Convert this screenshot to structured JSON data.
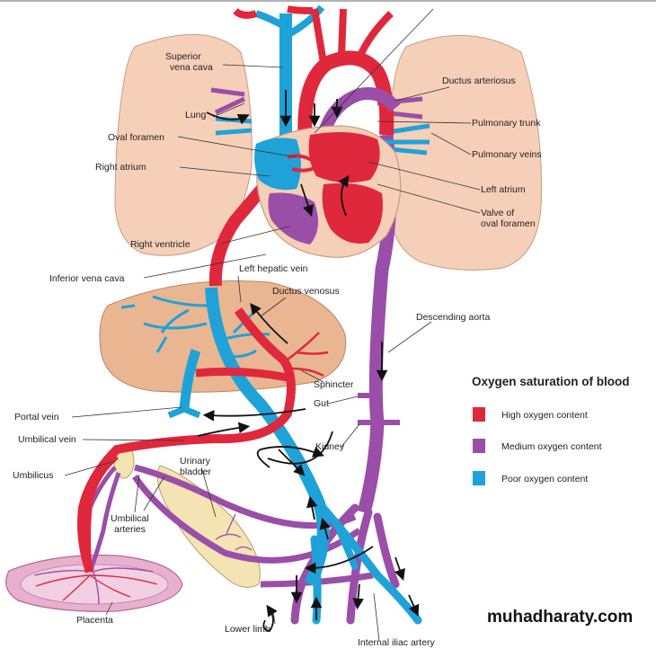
{
  "colors": {
    "high": "#e0283c",
    "medium": "#9b4ea8",
    "poor": "#1ea2d8",
    "lung": "#f6cfb8",
    "liver": "#e9b691",
    "placenta": "#e8b0cf",
    "bladder": "#f4e4b4"
  },
  "labels": {
    "superior_vena_cava": [
      "Superior",
      "vena cava"
    ],
    "lung": "Lung",
    "oval_foramen": "Oval foramen",
    "right_atrium": "Right atrium",
    "right_ventricle": "Right ventricle",
    "inferior_vena_cava": "Inferior vena cava",
    "left_hepatic_vein": "Left hepatic vein",
    "ductus_venosus": "Ductus venosus",
    "ductus_arteriosus": "Ductus arteriosus",
    "pulmonary_trunk": "Pulmonary trunk",
    "pulmonary_veins": "Pulmonary veins",
    "left_atrium": "Left atrium",
    "valve_of_oval_foramen": [
      "Valve of",
      "oval foramen"
    ],
    "descending_aorta": "Descending aorta",
    "sphincter": "Sphincter",
    "gut": "Gut",
    "portal_vein": "Portal vein",
    "umbilical_vein": "Umbilical vein",
    "umbilicus": "Umbilicus",
    "kidney": "Kidney",
    "urinary_bladder": [
      "Urinary",
      "bladder"
    ],
    "umbilical_arteries": [
      "Umbilical",
      "arteries"
    ],
    "placenta": "Placenta",
    "lower_limb": "Lower limb",
    "internal_iliac_artery": "Internal iliac artery"
  },
  "legend": {
    "title": "Oxygen saturation of blood",
    "items": [
      {
        "label": "High oxygen content",
        "color": "#e0283c"
      },
      {
        "label": "Medium oxygen content",
        "color": "#9b4ea8"
      },
      {
        "label": "Poor oxygen content",
        "color": "#1ea2d8"
      }
    ]
  },
  "watermark": "muhadharaty.com"
}
